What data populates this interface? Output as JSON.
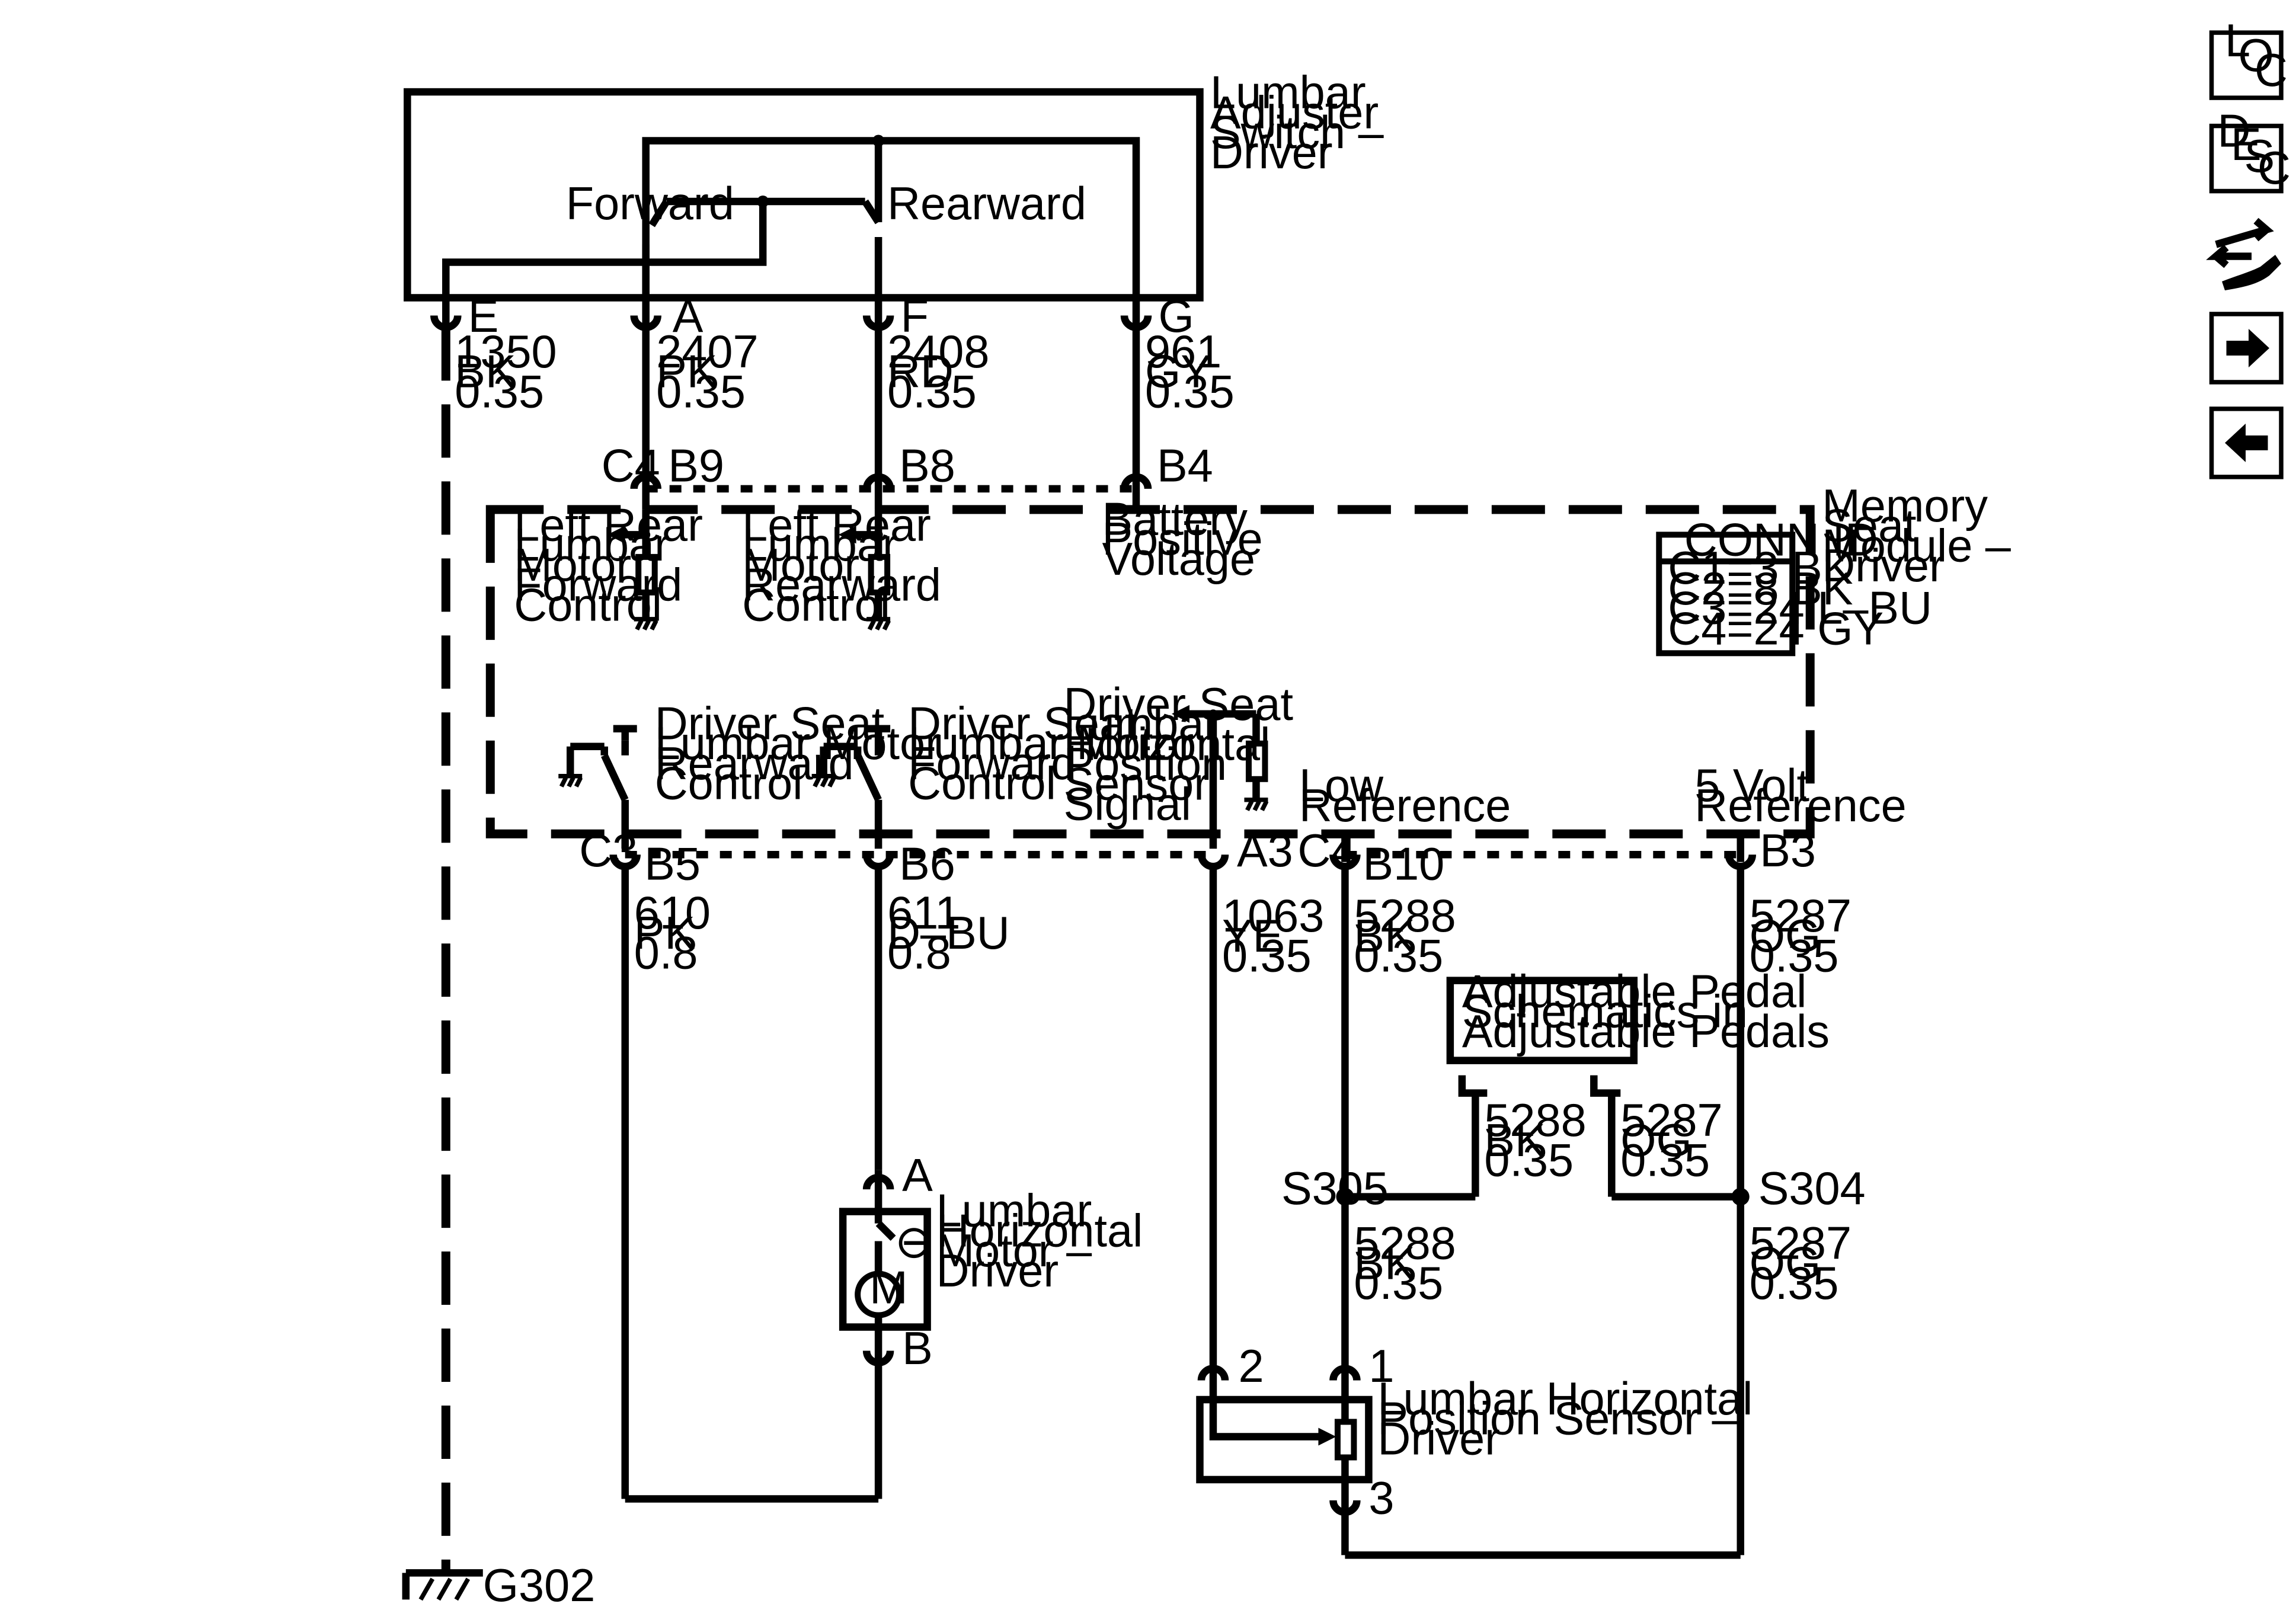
{
  "switch": {
    "title": [
      "Lumbar",
      "Adjuster",
      "Switch –",
      "Driver"
    ],
    "forward_label": "Forward",
    "rearward_label": "Rearward",
    "pins": [
      {
        "pin": "E",
        "circuit": "1350",
        "color": "BK",
        "gauge": "0.35"
      },
      {
        "pin": "A",
        "circuit": "2407",
        "color": "PK",
        "gauge": "0.35"
      },
      {
        "pin": "F",
        "circuit": "2408",
        "color": "RD",
        "gauge": "0.35"
      },
      {
        "pin": "G",
        "circuit": "961",
        "color": "GY",
        "gauge": "0.35"
      }
    ]
  },
  "module": {
    "title": [
      "Memory",
      "Seat",
      "Module –",
      "Driver"
    ],
    "top_connector": {
      "name": "C4",
      "pins": [
        "B9",
        "B8",
        "B4"
      ]
    },
    "bottom_connector_left": {
      "name": "C3",
      "pins": [
        "B5",
        "B6",
        "A3"
      ]
    },
    "bottom_connector_right": {
      "name": "C4",
      "pins": [
        "B10",
        "B3"
      ]
    },
    "lr_forward": [
      "Left Rear",
      "Lumbar",
      "Motor",
      "Forward",
      "Control"
    ],
    "lr_rearward": [
      "Left Rear",
      "Lumbar",
      "Motor",
      "Rearward",
      "Control"
    ],
    "battery": [
      "Battery",
      "Positive",
      "Voltage"
    ],
    "ds_rearward": [
      "Driver Seat",
      "Lumbar Motor",
      "Rearward",
      "Control"
    ],
    "ds_forward": [
      "Driver Seat",
      "Lumbar Motor",
      "Forward",
      "Control"
    ],
    "ds_sensor": [
      "Driver Seat",
      "Lumbar",
      "Horizontal",
      "Position",
      "Sensor",
      "Signal"
    ],
    "low_ref": [
      "Low",
      "Reference"
    ],
    "five_volt_ref": [
      "5 Volt",
      "Reference"
    ],
    "conn_id": {
      "title": "CONN ID",
      "rows": [
        "C1=3 BK",
        "C2=8 BK",
        "C3=24 L–BU",
        "C4=24 GY"
      ]
    }
  },
  "lower_wires": [
    {
      "circuit": "610",
      "color": "PK",
      "gauge": "0.8"
    },
    {
      "circuit": "611",
      "color": "D–BU",
      "gauge": "0.8"
    },
    {
      "circuit": "1063",
      "color": "YE",
      "gauge": "0.35"
    },
    {
      "circuit": "5288",
      "color": "BK",
      "gauge": "0.35"
    },
    {
      "circuit": "5287",
      "color": "OG",
      "gauge": "0.35"
    }
  ],
  "motor": {
    "title": [
      "Lumbar",
      "Horizontal",
      "Motor –",
      "Driver"
    ],
    "pin_a": "A",
    "pin_b": "B",
    "symbol": "M",
    "pole": "⊖"
  },
  "pedal_box": {
    "lines": [
      "Adjustable Pedal",
      "Schematics in",
      "Adjustable Pedals"
    ]
  },
  "pedal_wires": [
    {
      "circuit": "5288",
      "color": "BK",
      "gauge": "0.35"
    },
    {
      "circuit": "5287",
      "color": "OG",
      "gauge": "0.35"
    }
  ],
  "splices": {
    "left": "S305",
    "right": "S304"
  },
  "splice_wires": [
    {
      "circuit": "5288",
      "color": "BK",
      "gauge": "0.35"
    },
    {
      "circuit": "5287",
      "color": "OG",
      "gauge": "0.35"
    }
  ],
  "sensor": {
    "title": [
      "Lumbar Horizontal",
      "Position Sensor –",
      "Driver"
    ],
    "pins": [
      "1",
      "2",
      "3"
    ]
  },
  "ground": {
    "label": "G302"
  },
  "nav": {
    "loc": {
      "l1": "L",
      "l2": "O",
      "l3": "C"
    },
    "desc": {
      "l1": "D",
      "l2": "E",
      "l3": "S",
      "l4": "C"
    },
    "icons": [
      "loc-icon",
      "desc-icon",
      "diagnostic-tool-icon",
      "next-arrow-icon",
      "previous-arrow-icon"
    ]
  }
}
